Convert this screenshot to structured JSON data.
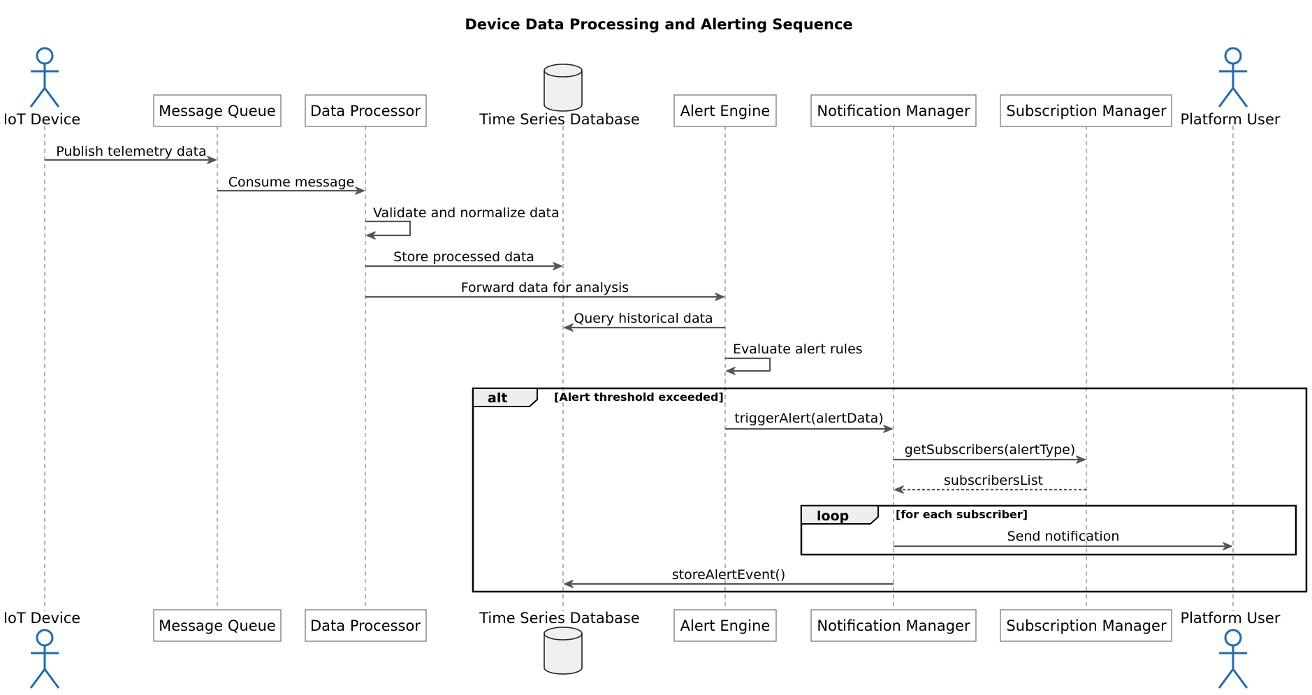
{
  "title": "Device Data Processing and Alerting Sequence",
  "participants": {
    "iot_device": "IoT Device",
    "message_queue": "Message Queue",
    "data_processor": "Data Processor",
    "time_series_db": "Time Series Database",
    "alert_engine": "Alert Engine",
    "notification_manager": "Notification Manager",
    "subscription_manager": "Subscription Manager",
    "platform_user": "Platform User"
  },
  "messages": {
    "m1": "Publish telemetry data",
    "m2": "Consume message",
    "m3": "Validate and normalize data",
    "m4": "Store processed data",
    "m5": "Forward data for analysis",
    "m6": "Query historical data",
    "m7": "Evaluate alert rules",
    "m8": "triggerAlert(alertData)",
    "m9": "getSubscribers(alertType)",
    "m10": "subscribersList",
    "m11": "Send notification",
    "m12": "storeAlertEvent()"
  },
  "frames": {
    "alt": {
      "keyword": "alt",
      "guard": "[Alert threshold exceeded]"
    },
    "loop": {
      "keyword": "loop",
      "guard": "[for each subscriber]"
    }
  }
}
